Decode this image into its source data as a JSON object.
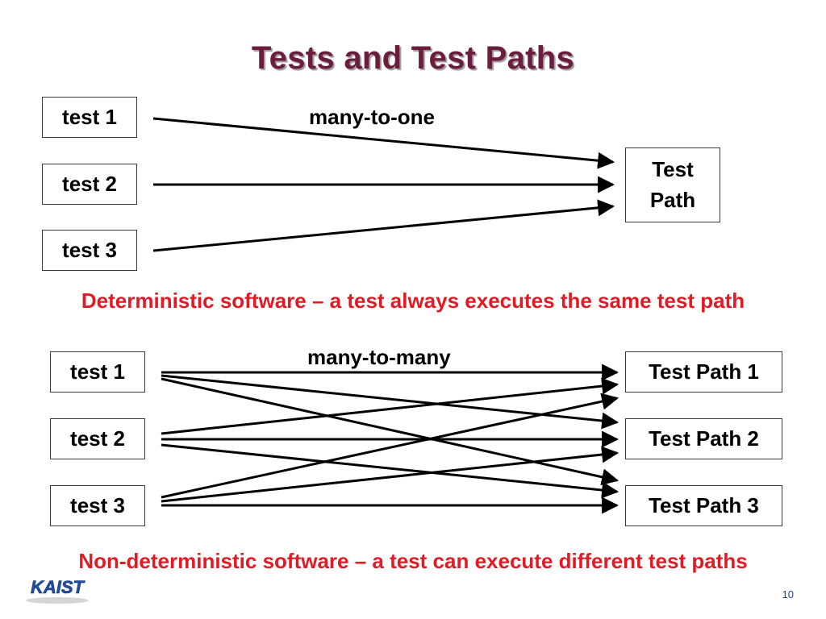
{
  "slide": {
    "title": "Tests and Test Paths",
    "page_number": "10"
  },
  "top_diagram": {
    "label": "many-to-one",
    "tests": [
      "test 1",
      "test 2",
      "test 3"
    ],
    "path_line1": "Test",
    "path_line2": "Path",
    "caption": "Deterministic software – a test always executes the same test path"
  },
  "bottom_diagram": {
    "label": "many-to-many",
    "tests": [
      "test 1",
      "test 2",
      "test 3"
    ],
    "paths": [
      "Test Path 1",
      "Test Path 2",
      "Test Path 3"
    ],
    "caption": "Non-deterministic software – a test can execute different test paths"
  },
  "logo": {
    "text": "KAIST",
    "color": "#1f4ea8"
  }
}
